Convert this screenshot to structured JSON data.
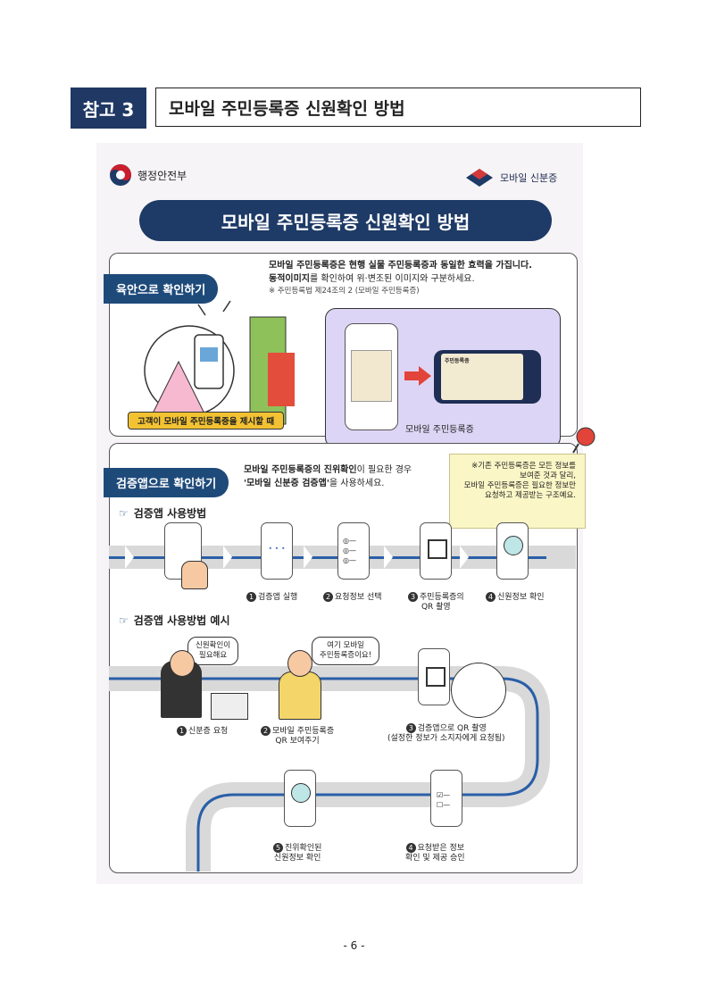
{
  "header": {
    "badge": "참고 3",
    "title": "모바일 주민등록증 신원확인 방법"
  },
  "logos": {
    "ministry": "행정안전부",
    "app": "모바일 신분증"
  },
  "poster_title": "모바일 주민등록증 신원확인 방법",
  "section1": {
    "tag": "육안으로 확인하기",
    "line1": "모바일 주민등록증은 현행 실물 주민등록증과 동일한 효력을 가집니다.",
    "line2_bold": "동적이미지",
    "line2_rest": "를 확인하여 위·변조된 이미지와 구분하세요.",
    "line3": "※ 주민등록법 제24조의 2 (모바일 주민등록증)",
    "left_caption": "고객이 모바일 주민등록증을 제시할 때",
    "right_caption": "모바일 주민등록증",
    "card_title": "주민등록증"
  },
  "section2": {
    "tag": "검증앱으로 확인하기",
    "line1_bold": "모바일 주민등록증의 진위확인",
    "line1_rest": "이 필요한 경우",
    "line2_bold": "'모바일 신분증 검증앱'",
    "line2_rest": "을 사용하세요.",
    "note": [
      "※기존 주민등록증은 모든 정보를",
      "보여준 것과 달리,",
      "모바일 주민등록증은 필요한 정보만",
      "요청하고 제공받는 구조예요."
    ],
    "usage_title": "검증앱 사용방법",
    "steps": [
      {
        "n": "1",
        "label": "검증앱 실행"
      },
      {
        "n": "2",
        "label": "요청정보 선택"
      },
      {
        "n": "3",
        "label": "주민등록증의",
        "label2": "QR 촬영"
      },
      {
        "n": "4",
        "label": "신원정보 확인"
      }
    ],
    "example_title": "검증앱 사용방법 예시",
    "bubble1": [
      "신원확인이",
      "필요해요"
    ],
    "bubble2": [
      "여기 모바일",
      "주민등록증이요!"
    ],
    "examples": [
      {
        "n": "1",
        "label": "신분증 요청"
      },
      {
        "n": "2",
        "label": "모바일 주민등록증",
        "label2": "QR 보여주기"
      },
      {
        "n": "3",
        "label": "검증앱으로 QR 촬영",
        "label2": "(설정한 정보가 소지자에게 요청됨)"
      },
      {
        "n": "4",
        "label": "요청받은 정보",
        "label2": "확인 및 제공 승인"
      },
      {
        "n": "5",
        "label": "진위확인된",
        "label2": "신원정보 확인"
      }
    ]
  },
  "page_number": "- 6 -"
}
